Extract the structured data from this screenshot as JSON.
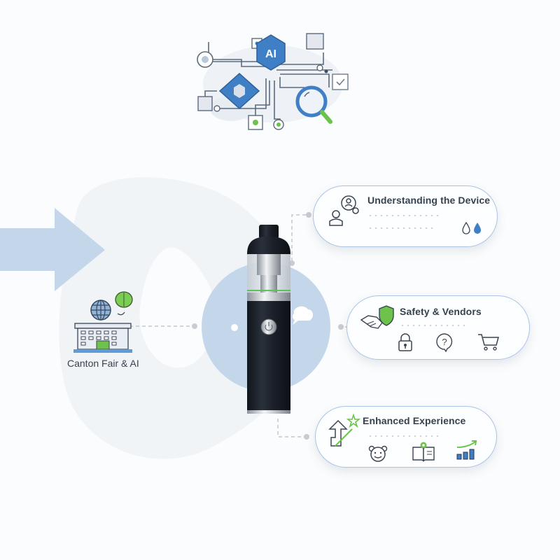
{
  "header_graphic": {
    "ai_chip_label": "AI",
    "icons": [
      "network-circuit-icon",
      "ai-hexagon-icon",
      "diamond-node-icon",
      "magnifier-icon",
      "checkbox-icon"
    ]
  },
  "left_node": {
    "label": "Canton Fair & AI",
    "icons": [
      "building-icon",
      "globe-icon",
      "brain-icon"
    ]
  },
  "center": {
    "device": "vape-pen-device",
    "icons": [
      "power-button-icon",
      "chat-bubble-icon"
    ]
  },
  "cards": [
    {
      "title": "Understanding the Device",
      "icons": [
        "user-gear-icon",
        "droplet-outline-icon",
        "droplet-filled-icon"
      ]
    },
    {
      "title": "Safety & Vendors",
      "icons": [
        "handshake-shield-icon",
        "lock-icon",
        "question-bubble-icon",
        "cart-icon"
      ]
    },
    {
      "title": "Enhanced Experience",
      "icons": [
        "upgrade-arrow-star-icon",
        "smiley-face-icon",
        "book-icon",
        "growth-chart-icon"
      ]
    }
  ],
  "colors": {
    "accent_blue": "#3f7fc6",
    "light_blue": "#c4d6ea",
    "green": "#6cc24a",
    "dark": "#1c222b",
    "card_border": "#a9c3e6"
  }
}
